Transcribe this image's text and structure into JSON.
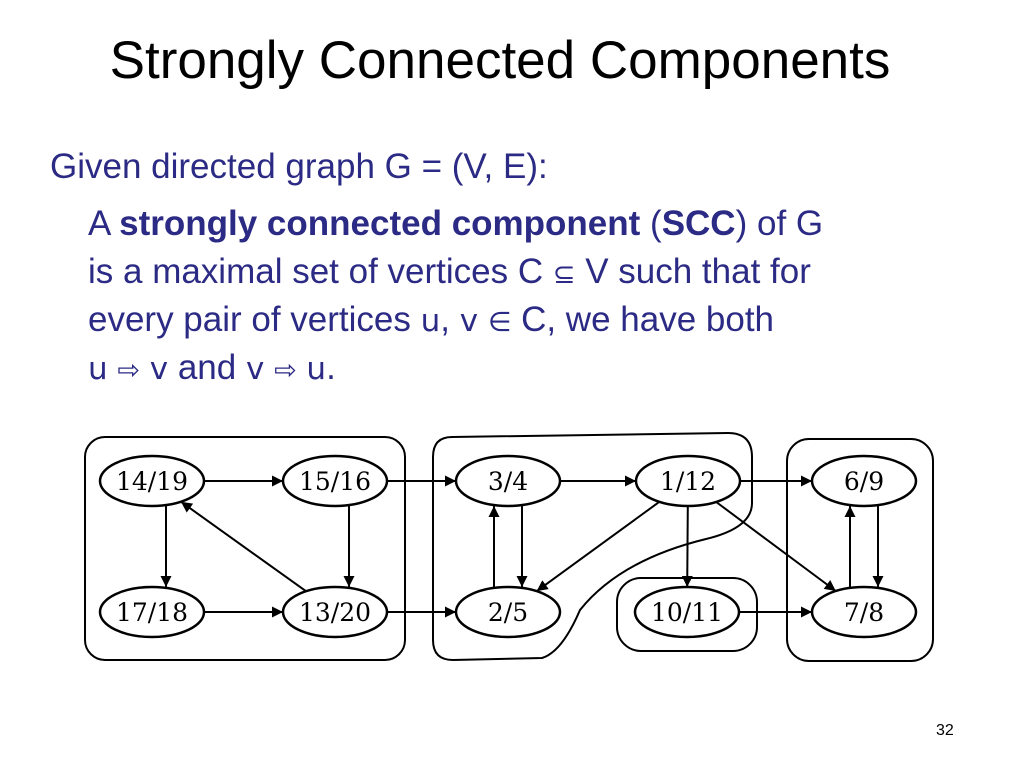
{
  "slide": {
    "title": "Strongly Connected Components",
    "lead": "Given directed graph G = (V, E):",
    "definition": {
      "l1_a": "A ",
      "term": "strongly connected component",
      "l1_b": " (",
      "abbr": "SCC",
      "l1_c": ") of G",
      "l2_a": "is a maximal set of vertices C ",
      "subset_symbol": "⊆",
      "l2_b": " V such that for",
      "l3_a": "every pair of vertices ",
      "u": "u",
      "l3_comma": ", ",
      "v": "v",
      "element_symbol": "∈",
      "l3_b": " C, we have both",
      "path_symbol": "⇨",
      "l4_and": " and "
    },
    "page_number": "32"
  },
  "graph": {
    "nodes": [
      {
        "id": "n1419",
        "label": "14/19"
      },
      {
        "id": "n1516",
        "label": "15/16"
      },
      {
        "id": "n34",
        "label": "3/4"
      },
      {
        "id": "n112",
        "label": "1/12"
      },
      {
        "id": "n69",
        "label": "6/9"
      },
      {
        "id": "n1718",
        "label": "17/18"
      },
      {
        "id": "n1320",
        "label": "13/20"
      },
      {
        "id": "n25",
        "label": "2/5"
      },
      {
        "id": "n1011",
        "label": "10/11"
      },
      {
        "id": "n78",
        "label": "7/8"
      }
    ],
    "edges": [
      [
        "n1419",
        "n1516"
      ],
      [
        "n1516",
        "n34"
      ],
      [
        "n34",
        "n112"
      ],
      [
        "n112",
        "n69"
      ],
      [
        "n1419",
        "n1718"
      ],
      [
        "n1516",
        "n1320"
      ],
      [
        "n1320",
        "n1419"
      ],
      [
        "n1718",
        "n1320"
      ],
      [
        "n1320",
        "n25"
      ],
      [
        "n34",
        "n25"
      ],
      [
        "n25",
        "n34"
      ],
      [
        "n112",
        "n25"
      ],
      [
        "n112",
        "n1011"
      ],
      [
        "n112",
        "n78"
      ],
      [
        "n1011",
        "n78"
      ],
      [
        "n69",
        "n78"
      ],
      [
        "n78",
        "n69"
      ]
    ],
    "components": [
      [
        "n1419",
        "n1516",
        "n1718",
        "n1320"
      ],
      [
        "n34",
        "n112",
        "n25"
      ],
      [
        "n1011"
      ],
      [
        "n69",
        "n78"
      ]
    ]
  }
}
